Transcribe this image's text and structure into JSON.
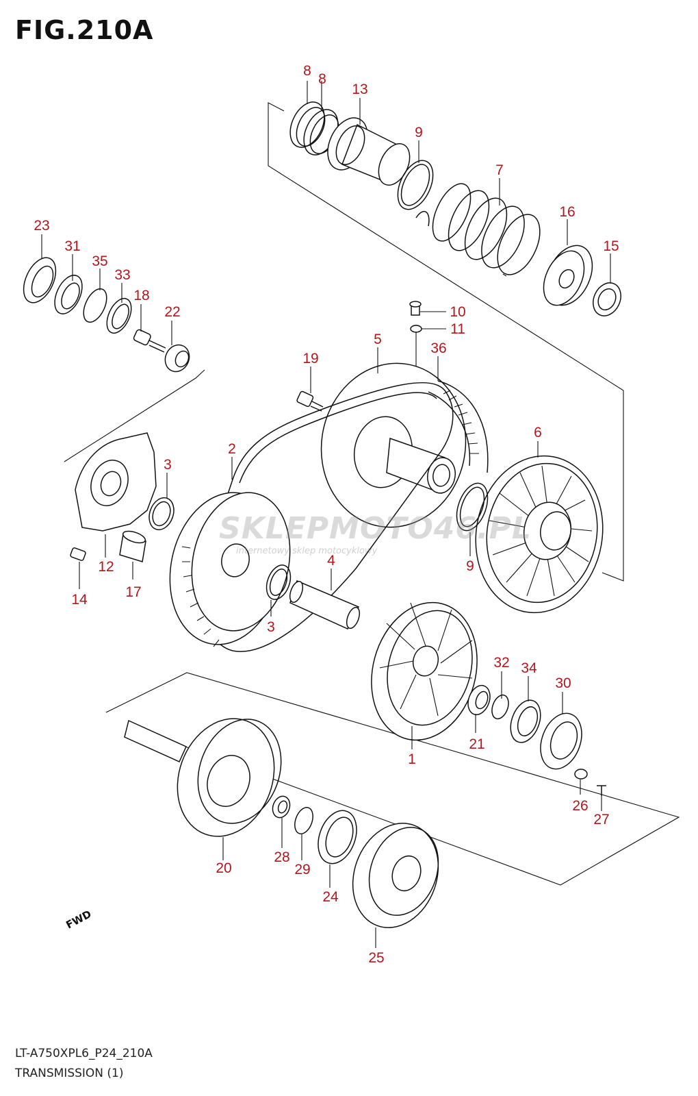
{
  "figure": {
    "title": "FIG.210A",
    "model_code": "LT-A750XPL6_P24_210A",
    "section_name": "TRANSMISSION (1)"
  },
  "watermark": {
    "text": "SKLEPMOTO46.PL",
    "subtext": "internetowy sklep motocyklowy"
  },
  "fwd_badge": "FWD",
  "label_color": "#b3161b",
  "callouts": [
    {
      "id": "c8a",
      "text": "8"
    },
    {
      "id": "c8b",
      "text": "8"
    },
    {
      "id": "c13",
      "text": "13"
    },
    {
      "id": "c9a",
      "text": "9"
    },
    {
      "id": "c7",
      "text": "7"
    },
    {
      "id": "c16",
      "text": "16"
    },
    {
      "id": "c15",
      "text": "15"
    },
    {
      "id": "c23",
      "text": "23"
    },
    {
      "id": "c31",
      "text": "31"
    },
    {
      "id": "c35",
      "text": "35"
    },
    {
      "id": "c33",
      "text": "33"
    },
    {
      "id": "c18",
      "text": "18"
    },
    {
      "id": "c22",
      "text": "22"
    },
    {
      "id": "c10",
      "text": "10"
    },
    {
      "id": "c11",
      "text": "11"
    },
    {
      "id": "c19",
      "text": "19"
    },
    {
      "id": "c5",
      "text": "5"
    },
    {
      "id": "c36",
      "text": "36"
    },
    {
      "id": "c6",
      "text": "6"
    },
    {
      "id": "c3a",
      "text": "3"
    },
    {
      "id": "c2",
      "text": "2"
    },
    {
      "id": "c9b",
      "text": "9"
    },
    {
      "id": "c12",
      "text": "12"
    },
    {
      "id": "c14",
      "text": "14"
    },
    {
      "id": "c17",
      "text": "17"
    },
    {
      "id": "c4",
      "text": "4"
    },
    {
      "id": "c3b",
      "text": "3"
    },
    {
      "id": "c32",
      "text": "32"
    },
    {
      "id": "c34",
      "text": "34"
    },
    {
      "id": "c30",
      "text": "30"
    },
    {
      "id": "c21",
      "text": "21"
    },
    {
      "id": "c1",
      "text": "1"
    },
    {
      "id": "c26",
      "text": "26"
    },
    {
      "id": "c27",
      "text": "27"
    },
    {
      "id": "c20",
      "text": "20"
    },
    {
      "id": "c28",
      "text": "28"
    },
    {
      "id": "c29",
      "text": "29"
    },
    {
      "id": "c24",
      "text": "24"
    },
    {
      "id": "c25",
      "text": "25"
    }
  ]
}
